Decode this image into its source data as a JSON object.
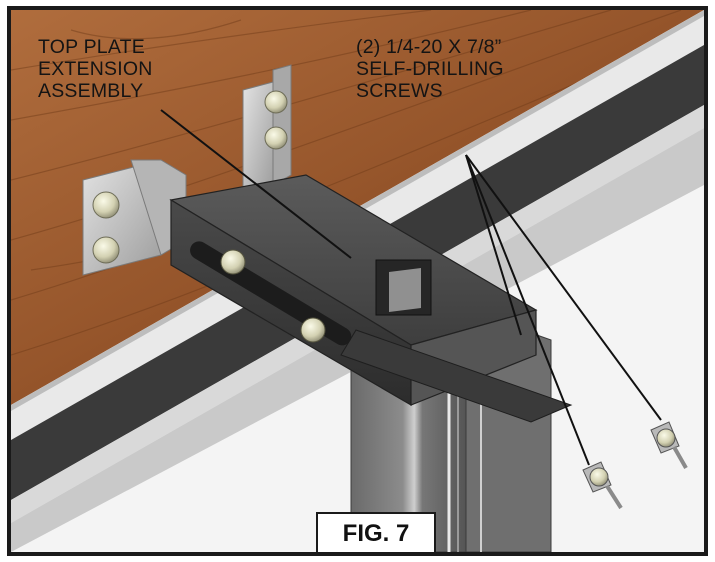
{
  "callouts": {
    "top_plate": {
      "line1": "TOP PLATE",
      "line2": "EXTENSION",
      "line3": "ASSEMBLY"
    },
    "screws": {
      "line1": "(2) 1/4-20 X 7/8”",
      "line2": "SELF-DRILLING",
      "line3": "SCREWS"
    }
  },
  "figure_label": "FIG. 7",
  "colors": {
    "wood": "#9a5a2e",
    "metal": "#5f5f5f",
    "bracket": "#c8c8c8",
    "frame": "#1a1a1a"
  }
}
